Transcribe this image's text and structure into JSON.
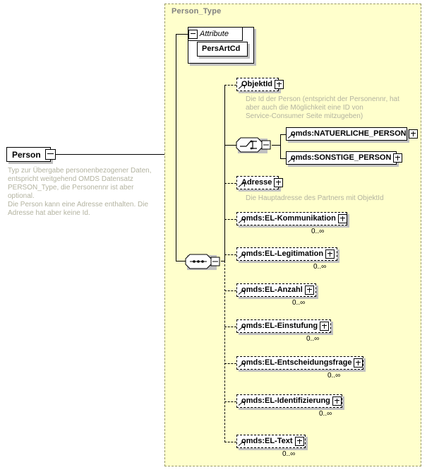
{
  "diagram": {
    "title": "Person_Type",
    "root": {
      "name": "Person",
      "toggle": "minus-box",
      "annotation": "Typ zur Übergabe personenbezogener Daten,\nentspricht weitgehend OMDS Datensatz\nPERSON_Type, die Personennr ist aber optional.\nDie Person kann eine Adresse enthalten. Die\nAdresse hat aber keine Id."
    },
    "attribute_group": {
      "label": "Attribute",
      "toggle": "minus-box",
      "items": [
        {
          "name": "PersArtCd"
        }
      ]
    },
    "compositors": {
      "choice": "choice-symbol",
      "sequence": "sequence-symbol"
    },
    "elements": [
      {
        "name": "ObjektId",
        "toggle": "plus-box",
        "style": "optional",
        "annotation": "Die Id der Person (entspricht der Personennr, hat\naber auch die Möglichkeit eine ID von\nService-Consumer Seite mitzugeben)",
        "cardinality": ""
      },
      {
        "name": "omds:NATUERLICHE_PERSON",
        "toggle": "plus-box",
        "style": "required",
        "annotation": "",
        "cardinality": ""
      },
      {
        "name": "omds:SONSTIGE_PERSON",
        "toggle": "plus-box",
        "style": "required",
        "annotation": "",
        "cardinality": ""
      },
      {
        "name": "Adresse",
        "toggle": "plus-box",
        "style": "optional",
        "annotation": "Die Hauptadresse des Partners mit ObjektId",
        "cardinality": ""
      },
      {
        "name": "omds:EL-Kommunikation",
        "toggle": "plus-box",
        "style": "optional",
        "annotation": "",
        "cardinality": "0..∞"
      },
      {
        "name": "omds:EL-Legitimation",
        "toggle": "plus-box",
        "style": "optional",
        "annotation": "",
        "cardinality": "0..∞"
      },
      {
        "name": "omds:EL-Anzahl",
        "toggle": "plus-box",
        "style": "optional",
        "annotation": "",
        "cardinality": "0..∞"
      },
      {
        "name": "omds:EL-Einstufung",
        "toggle": "plus-box",
        "style": "optional",
        "annotation": "",
        "cardinality": "0..∞"
      },
      {
        "name": "omds:EL-Entscheidungsfrage",
        "toggle": "plus-box",
        "style": "optional",
        "annotation": "",
        "cardinality": "0..∞"
      },
      {
        "name": "omds:EL-Identifizierung",
        "toggle": "plus-box",
        "style": "optional",
        "annotation": "",
        "cardinality": "0..∞"
      },
      {
        "name": "omds:EL-Text",
        "toggle": "plus-box",
        "style": "optional",
        "annotation": "",
        "cardinality": "0..∞"
      }
    ],
    "colors": {
      "container_fill": "#ffffcc",
      "container_border": "#999966",
      "title_color": "#808080",
      "annotation_color": "#b3b3a0",
      "node_fill": "#ffffff",
      "shadow": "#c0c0c0",
      "line": "#000000"
    }
  }
}
